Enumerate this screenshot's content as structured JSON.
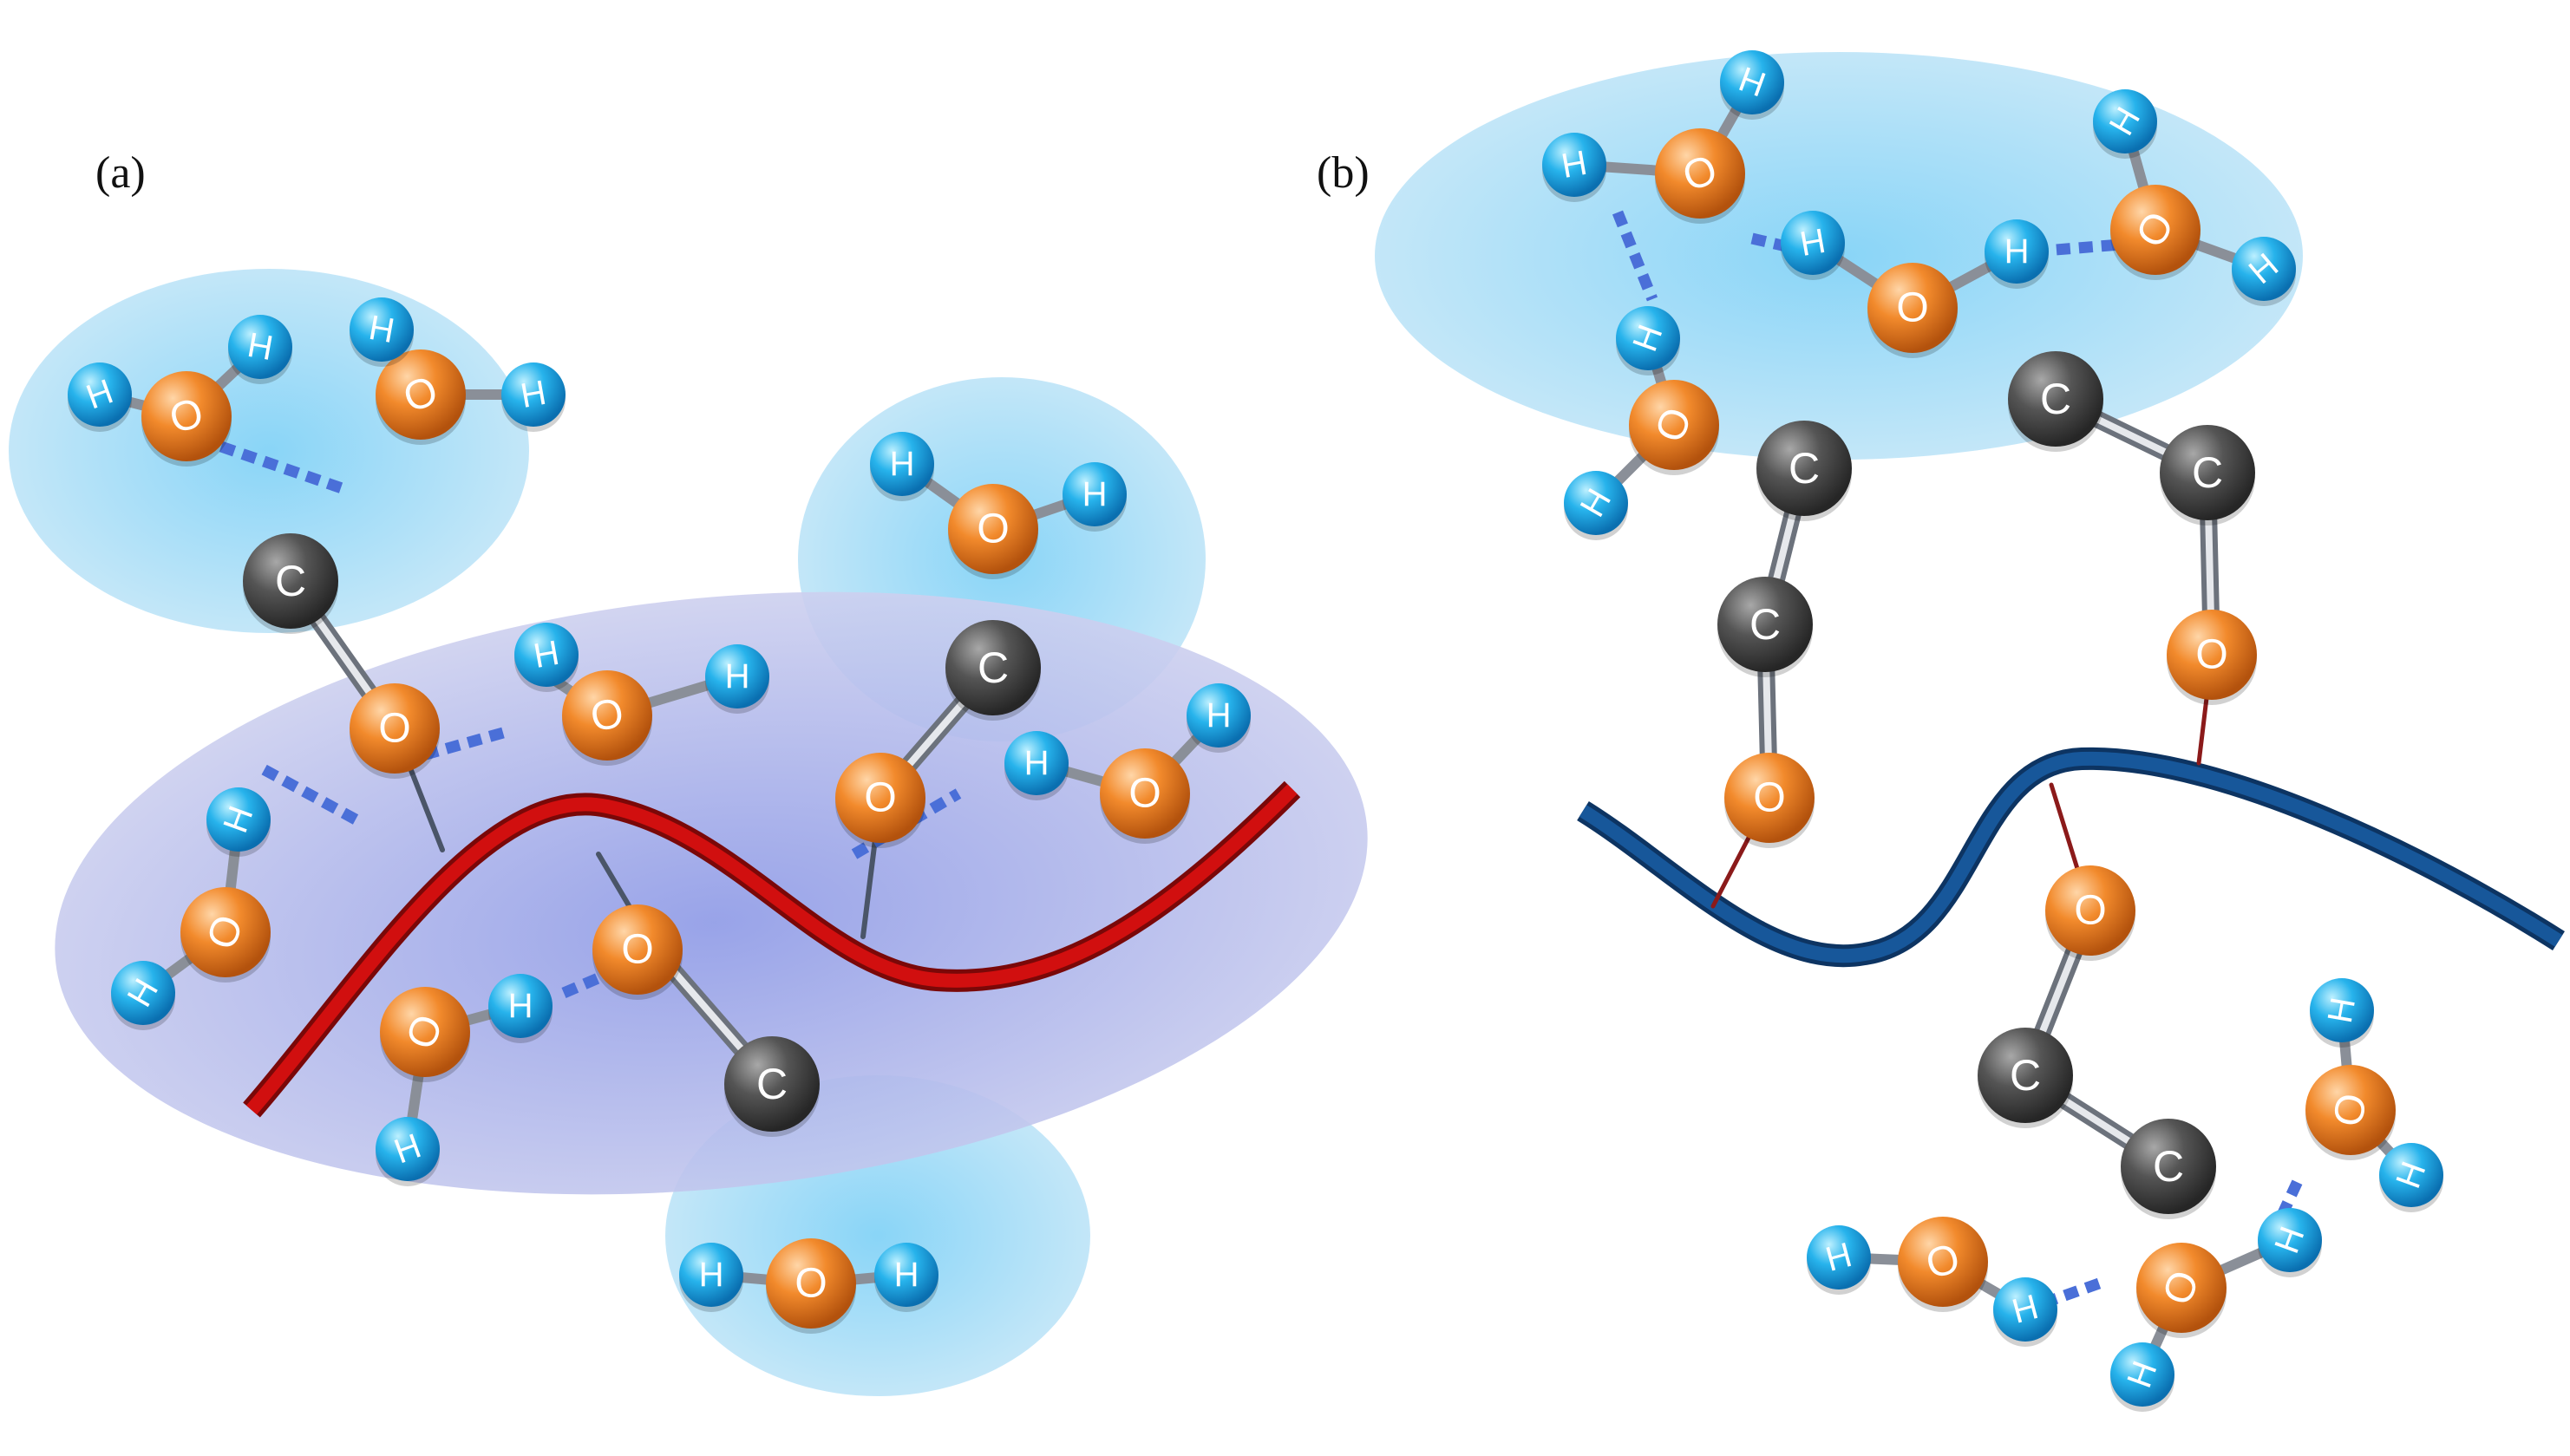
{
  "panels": [
    {
      "label": "(a)"
    },
    {
      "label": "(b)"
    }
  ],
  "atom_symbols": {
    "hydrogen": "H",
    "oxygen": "O",
    "carbon": "C"
  },
  "colors": {
    "hydrogen": "#1aa3e0",
    "oxygen": "#f08a2e",
    "carbon": "#4f4f4f",
    "hbond": "#4a6fd8",
    "chain_a": "#d10f0f",
    "chain_b": "#17579a",
    "cluster_light": "#8fd0f5",
    "cluster_purple": "#8a92d8",
    "bond_gray": "#8a8f98"
  }
}
